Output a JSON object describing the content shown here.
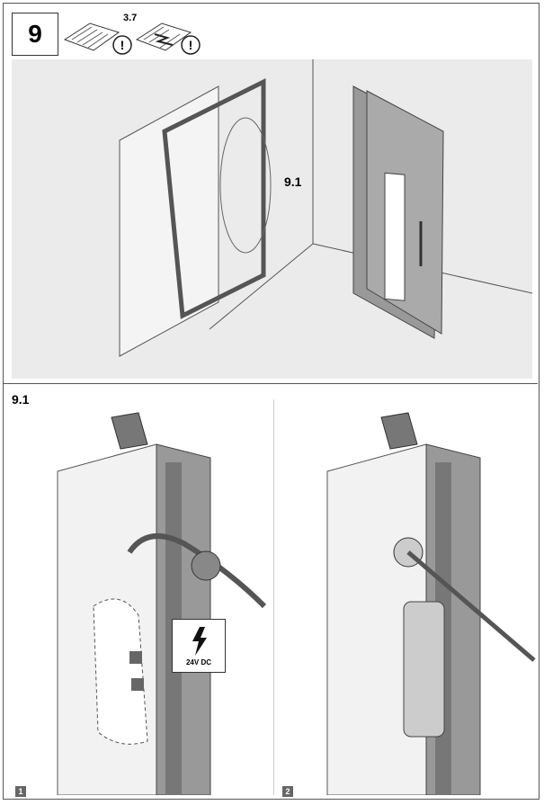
{
  "step": {
    "number": "9",
    "reference": "3.7",
    "detail_label": "9.1"
  },
  "detail": {
    "title": "9.1",
    "substeps": [
      "1",
      "2"
    ]
  },
  "warning": {
    "icon": "high-voltage-icon",
    "text": "24V DC"
  },
  "icons": [
    "manual-warning-icon",
    "manual-electric-warning-icon"
  ]
}
